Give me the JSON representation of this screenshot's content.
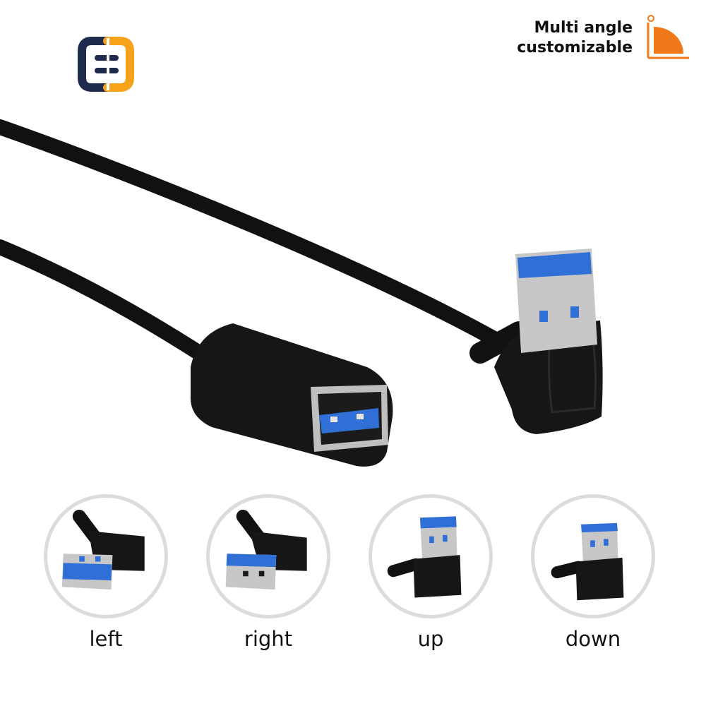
{
  "badge": {
    "line1": "Multi angle",
    "line2": "customizable",
    "icon": "angle-icon",
    "accent": "#f07a1a"
  },
  "brand": {
    "icon": "brand-logo-icon",
    "navy": "#1f2b4d",
    "orange": "#f7a21b"
  },
  "usb_blue": "#2f6fd6",
  "variants": [
    {
      "label": "left",
      "icon": "usb-left-icon"
    },
    {
      "label": "right",
      "icon": "usb-right-icon"
    },
    {
      "label": "up",
      "icon": "usb-up-icon"
    },
    {
      "label": "down",
      "icon": "usb-down-icon"
    }
  ]
}
